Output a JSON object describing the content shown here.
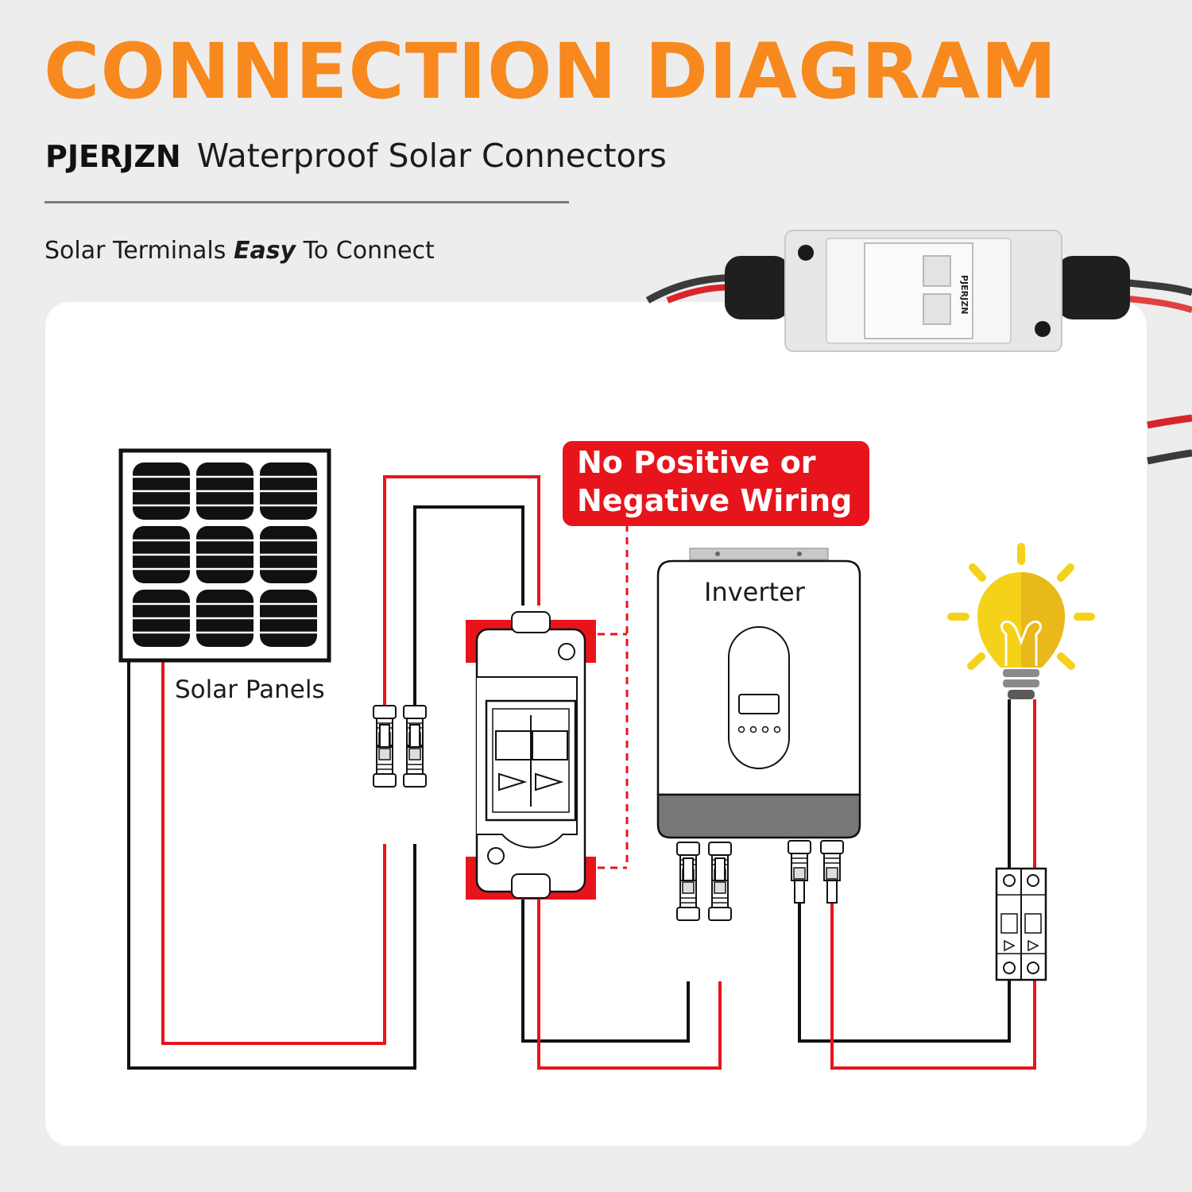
{
  "header": {
    "title": "CONNECTION DIAGRAM",
    "brand": "PJERJZN",
    "product": "Waterproof Solar Connectors",
    "tagline_part1": "Solar Terminals",
    "tagline_emphasis": "Easy",
    "tagline_part2": "To Connect"
  },
  "product_photo": {
    "breaker_brand": "PJERJZN"
  },
  "diagram": {
    "callout_line1": "No Positive or",
    "callout_line2": "Negative Wiring",
    "solar_label": "Solar Panels",
    "inverter_label": "Inverter"
  },
  "colors": {
    "accent": "#f7891f",
    "callout": "#e8141c",
    "wire_positive": "#e8141c",
    "wire_negative": "#111111",
    "bulb": "#f5d21a",
    "background": "#ededed",
    "card": "#ffffff"
  },
  "icons": [
    "solar-panel-icon",
    "breaker-box-icon",
    "inverter-icon",
    "light-bulb-icon",
    "dc-breaker-icon",
    "mc4-connector-icon"
  ]
}
